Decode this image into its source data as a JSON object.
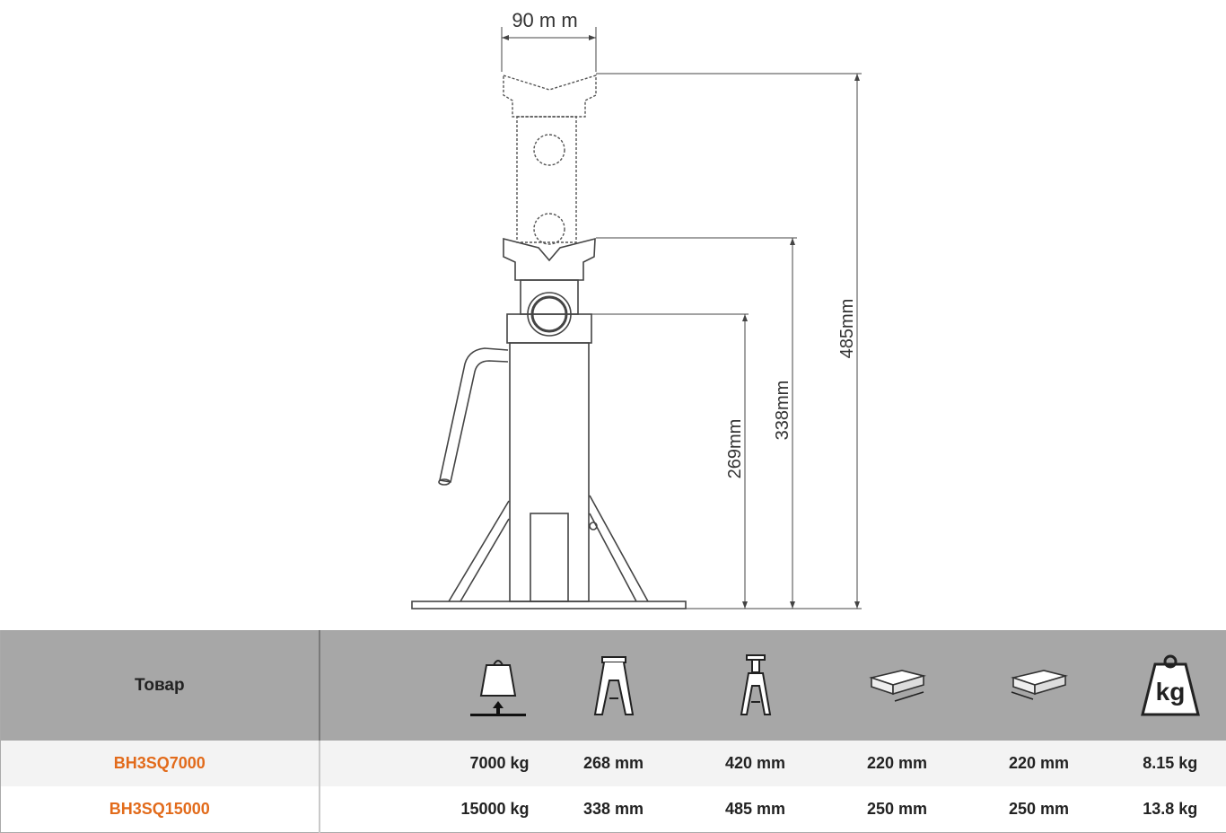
{
  "drawing": {
    "dim_width": "90 m m",
    "dim_total": "485mm",
    "dim_mid": "338mm",
    "dim_low": "269mm"
  },
  "table": {
    "header_label": "Товар",
    "icons": [
      "weight-lift-icon",
      "stand-min-height-icon",
      "stand-max-height-icon",
      "base-length-icon",
      "base-width-icon",
      "kg-weight-icon"
    ],
    "icon_label_kg": "kg",
    "rows": [
      {
        "code": "BH3SQ7000",
        "capacity": "7000 kg",
        "min_height": "268 mm",
        "max_height": "420 mm",
        "base_a": "220 mm",
        "base_b": "220 mm",
        "weight": "8.15 kg"
      },
      {
        "code": "BH3SQ15000",
        "capacity": "15000 kg",
        "min_height": "338 mm",
        "max_height": "485 mm",
        "base_a": "250 mm",
        "base_b": "250 mm",
        "weight": "13.8 kg"
      }
    ],
    "code_color": "#e26b1b",
    "header_bg": "#a7a7a7"
  }
}
